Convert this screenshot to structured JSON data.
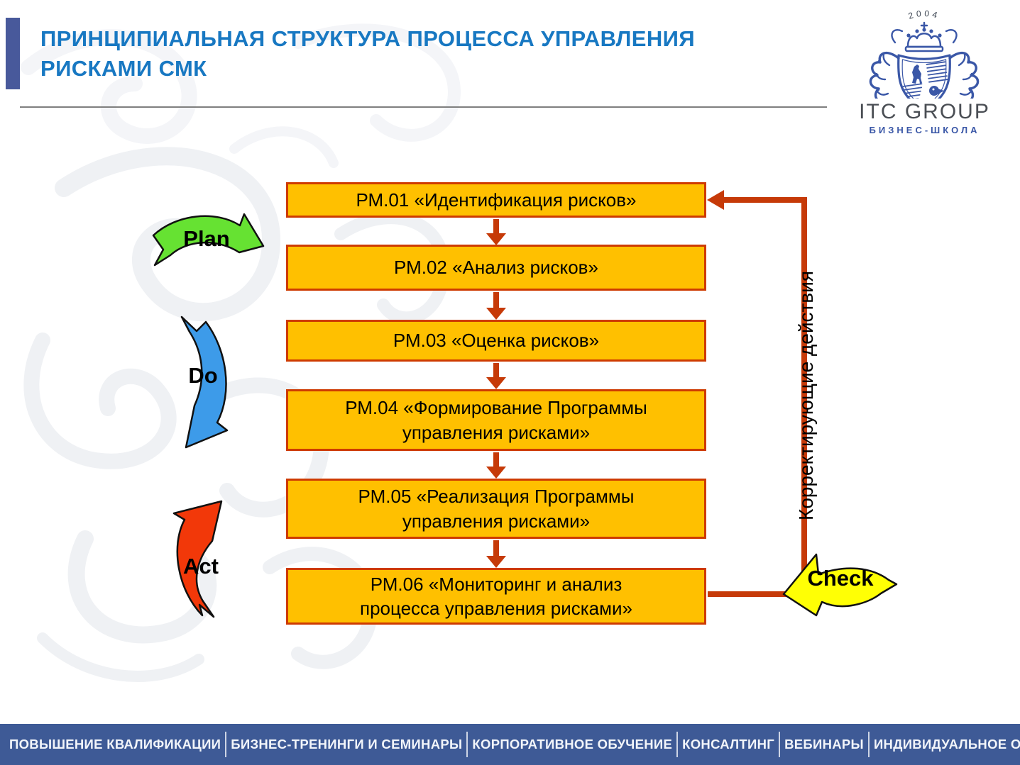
{
  "colors": {
    "title": "#1878C2",
    "accent-bar": "#48599B",
    "box-fill": "#FFC000",
    "box-border": "#CE3B01",
    "flow-line": "#C63A08",
    "plan": "#66E232",
    "do": "#3D9BE9",
    "act": "#F23809",
    "check": "#FFFF05",
    "footer-bg": "#3E5A96",
    "logo-blue": "#3A57A7",
    "logo-dark": "#4A4E54"
  },
  "header": {
    "title": "ПРИНЦИПИАЛЬНАЯ СТРУКТУРА ПРОЦЕССА УПРАВЛЕНИЯ\nРИСКАМИ СМК"
  },
  "logo": {
    "year": "2004",
    "name": "ITC GROUP",
    "tagline": "БИЗНЕС-ШКОЛА"
  },
  "flowchart": {
    "boxes": [
      "РМ.01 «Идентификация рисков»",
      "РМ.02 «Анализ рисков»",
      "РМ.03 «Оценка рисков»",
      "РМ.04 «Формирование Программы\nуправления рисками»",
      "РМ.05 «Реализация Программы\nуправления рисками»",
      "РМ.06 «Мониторинг и анализ\nпроцесса управления рисками»"
    ],
    "cycle": {
      "plan": "Plan",
      "do": "Do",
      "act": "Act",
      "check": "Check"
    },
    "feedback_label": "Корректирующие действия"
  },
  "footer": {
    "items": [
      "ПОВЫШЕНИЕ КВАЛИФИКАЦИИ",
      "БИЗНЕС-ТРЕНИНГИ И СЕМИНАРЫ",
      "КОРПОРАТИВНОЕ ОБУЧЕНИЕ",
      "КОНСАЛТИНГ",
      "ВЕБИНАРЫ",
      "ИНДИВИДУАЛЬНОЕ ОБУЧЕНИЕ"
    ]
  }
}
